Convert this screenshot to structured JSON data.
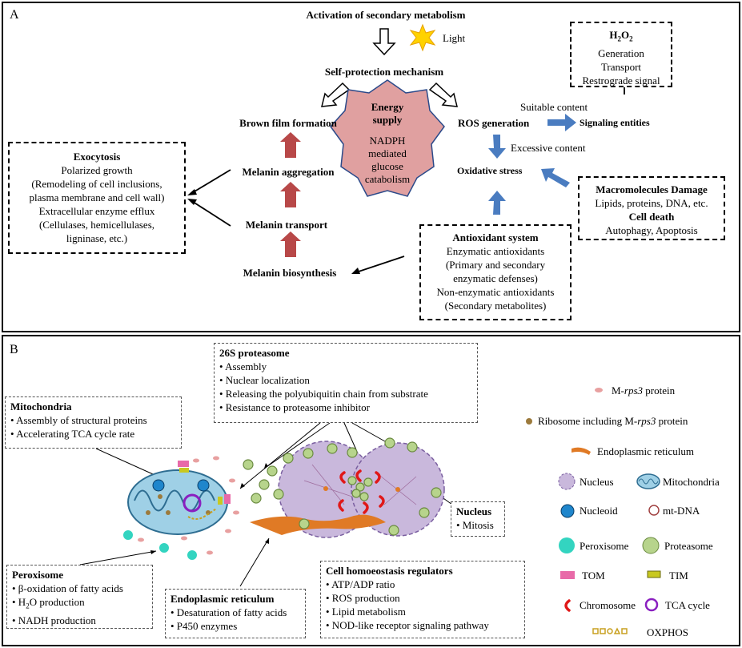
{
  "panelA": {
    "label": "A",
    "activation": "Activation of secondary metabolism",
    "light": "Light",
    "self_protection": "Self-protection mechanism",
    "brown_film": "Brown film formation",
    "melanin_aggregation": "Melanin aggregation",
    "melanin_transport": "Melanin transport",
    "melanin_biosynthesis": "Melanin biosynthesis",
    "energy_title_1": "Energy",
    "energy_title_2": "supply",
    "energy_lines": [
      "NADPH",
      "mediated",
      "glucose",
      "catabolism"
    ],
    "ros_generation": "ROS generation",
    "suitable_content": "Suitable content",
    "signaling_entities": "Signaling entities",
    "excessive_content": "Excessive content",
    "oxidative_stress": "Oxidative stress",
    "h2o2": {
      "title": "H",
      "sub": "2",
      "title2": "O",
      "sub2": "2",
      "lines": [
        "Generation",
        "Transport",
        "Restrograde signal"
      ]
    },
    "exocytosis": {
      "title": "Exocytosis",
      "lines": [
        "Polarized growth",
        "(Remodeling of cell inclusions,",
        "plasma membrane and cell wall)",
        "Extracellular enzyme efflux",
        "(Cellulases, hemicellulases,",
        "ligninase, etc.)"
      ]
    },
    "macromolecules": {
      "title": "Macromolecules Damage",
      "line1": "Lipids, proteins, DNA, etc.",
      "title2": "Cell death",
      "line2": "Autophagy, Apoptosis"
    },
    "antioxidant": {
      "title": "Antioxidant system",
      "lines": [
        "Enzymatic antioxidants",
        "(Primary and secondary",
        "enzymatic defenses)",
        "Non-enzymatic antioxidants",
        "(Secondary metabolites)"
      ]
    }
  },
  "panelB": {
    "label": "B",
    "proteasome_box": {
      "title": "26S proteasome",
      "items": [
        "• Assembly",
        "• Nuclear localization",
        "• Releasing the polyubiquitin chain from substrate",
        "• Resistance to proteasome inhibitor"
      ]
    },
    "mitochondria_box": {
      "title": "Mitochondria",
      "items": [
        "• Assembly of structural proteins",
        "• Accelerating TCA cycle rate"
      ]
    },
    "nucleus_box": {
      "title": "Nucleus",
      "items": [
        "• Mitosis"
      ]
    },
    "peroxisome_box": {
      "title": "Peroxisome",
      "items": [
        "• β-oxidation of fatty acids",
        "• H",
        "• NADH production"
      ],
      "h2o2_tail": "O",
      "h2o2_rest": " production",
      "sub": "2"
    },
    "er_box": {
      "title": "Endoplasmic reticulum",
      "items": [
        "• Desaturation of fatty acids",
        "• P450 enzymes"
      ]
    },
    "homeostasis_box": {
      "title": "Cell homoeostasis regulators",
      "items": [
        "• ATP/ADP ratio",
        "• ROS production",
        "• Lipid metabolism",
        "• NOD-like receptor signaling pathway"
      ]
    },
    "legend": {
      "mrps3_pre": "M-",
      "mrps3_it": "rps3",
      "mrps3_post": " protein",
      "ribosome_pre": "Ribosome including M-",
      "ribosome_it": "rps3",
      "ribosome_post": " protein",
      "er": "Endoplasmic reticulum",
      "nucleus": "Nucleus",
      "mitochondria": "Mitochondria",
      "nucleoid": "Nucleoid",
      "mtdna": "mt-DNA",
      "peroxisome": "Peroxisome",
      "proteasome": "Proteasome",
      "tom": "TOM",
      "tim": "TIM",
      "chromosome": "Chromosome",
      "tca": "TCA cycle",
      "oxphos": "OXPHOS"
    },
    "colors": {
      "nucleus": "#c9b8dc",
      "mito": "#9fd0e6",
      "peroxisome": "#33d4c0",
      "proteasome": "#b7d48c",
      "er": "#e07a25",
      "chromosome": "#e01818",
      "tca": "#8a1fc0",
      "tom": "#e86aa8",
      "tim": "#c8c820",
      "mrps3": "#e8a0a0"
    }
  },
  "arrows_color": "#4a7cc0",
  "melanin_arrow_color": "#b84848",
  "star_color": "#ffd200",
  "energy_fill": "#e0a0a0"
}
